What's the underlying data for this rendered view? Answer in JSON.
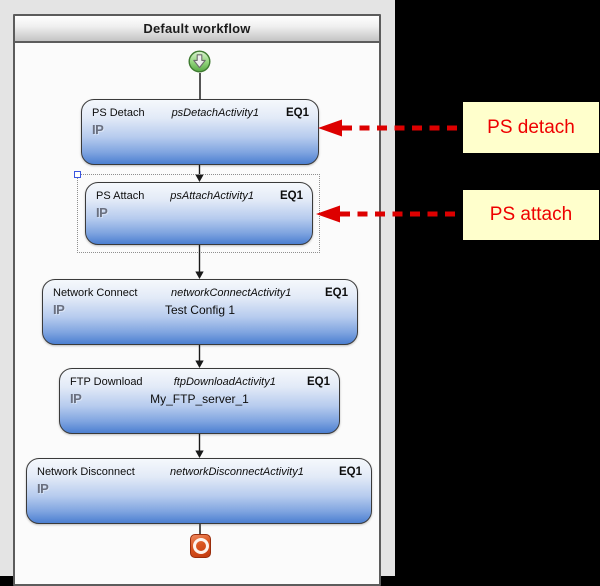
{
  "window": {
    "title": "Default workflow"
  },
  "workflow": {
    "start_icon": "green-start-down-arrow",
    "stop_icon": "red-stop",
    "nodes": [
      {
        "name": "PS Detach",
        "activity_id": "psDetachActivity1",
        "equipment": "EQ1",
        "protocol": "IP"
      },
      {
        "name": "PS Attach",
        "activity_id": "psAttachActivity1",
        "equipment": "EQ1",
        "protocol": "IP",
        "selected": true
      },
      {
        "name": "Network Connect",
        "activity_id": "networkConnectActivity1",
        "equipment": "EQ1",
        "protocol": "IP",
        "config": "Test Config 1"
      },
      {
        "name": "FTP Download",
        "activity_id": "ftpDownloadActivity1",
        "equipment": "EQ1",
        "protocol": "IP",
        "config": "My_FTP_server_1"
      },
      {
        "name": "Network Disconnect",
        "activity_id": "networkDisconnectActivity1",
        "equipment": "EQ1",
        "protocol": "IP"
      }
    ]
  },
  "annotations": [
    {
      "label": "PS detach"
    },
    {
      "label": "PS attach"
    }
  ],
  "colors": {
    "node_gradient_top": "#f5f8fc",
    "node_gradient_bottom": "#4c7fd1",
    "callout_bg": "#ffffcc",
    "callout_text": "#ee0000",
    "annotation_arrow": "#dd0000",
    "start_green": "#5aaa45",
    "stop_red": "#c23a10",
    "background_right": "#000000",
    "background_editor": "#e4e4e4"
  }
}
